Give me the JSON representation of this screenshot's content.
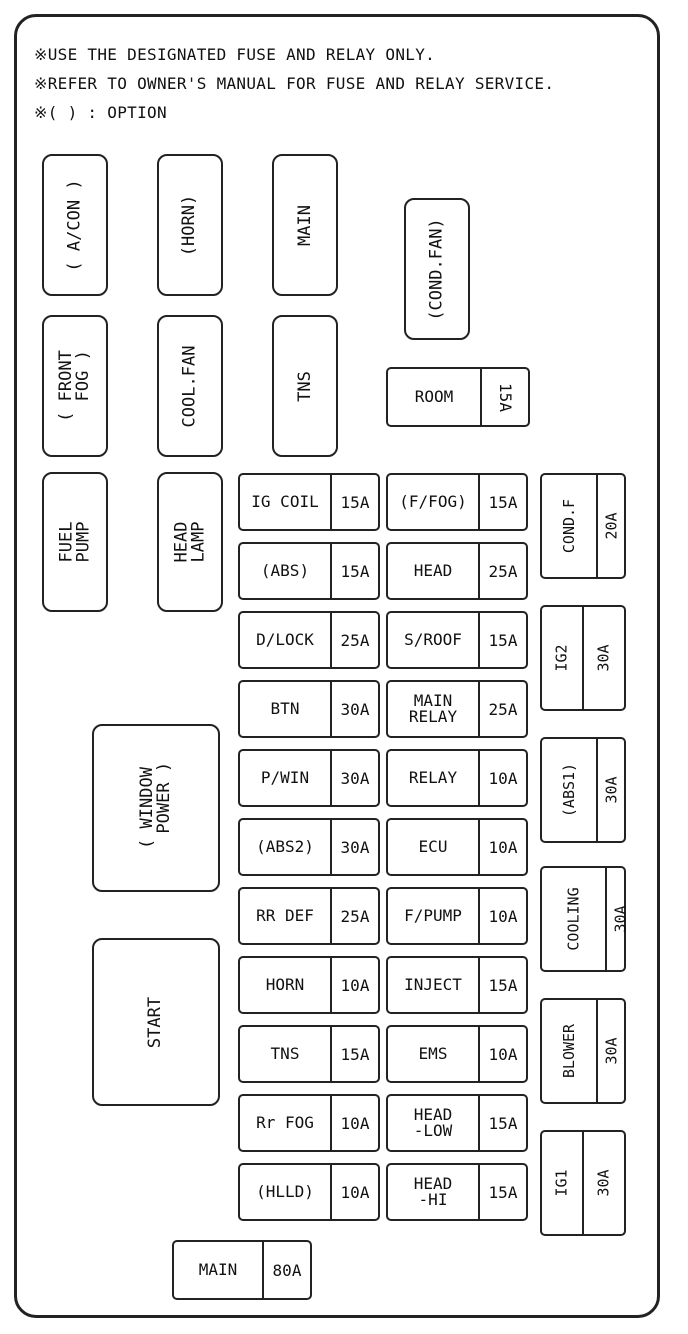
{
  "notes": [
    "※USE THE DESIGNATED FUSE AND RELAY ONLY.",
    "※REFER TO OWNER'S MANUAL FOR FUSE AND RELAY SERVICE.",
    "※( ) : OPTION"
  ],
  "relays": {
    "a_con": "( A/CON )",
    "horn": "(HORN)",
    "main": "MAIN",
    "cond_fan": "(COND.FAN)",
    "front_fog": "( FRONT\n  FOG )",
    "cool_fan": "COOL.FAN",
    "tns": "TNS",
    "fuel_pump": "FUEL\nPUMP",
    "head_lamp": "HEAD\nLAMP",
    "window_power": "( WINDOW\n  POWER )",
    "start": "START"
  },
  "room_fuse": {
    "name": "ROOM",
    "amp": "15A"
  },
  "fuses_left": [
    {
      "name": "IG COIL",
      "amp": "15A"
    },
    {
      "name": "(ABS)",
      "amp": "15A"
    },
    {
      "name": "D/LOCK",
      "amp": "25A"
    },
    {
      "name": "BTN",
      "amp": "30A"
    },
    {
      "name": "P/WIN",
      "amp": "30A"
    },
    {
      "name": "(ABS2)",
      "amp": "30A"
    },
    {
      "name": "RR DEF",
      "amp": "25A"
    },
    {
      "name": "HORN",
      "amp": "10A"
    },
    {
      "name": "TNS",
      "amp": "15A"
    },
    {
      "name": "Rr FOG",
      "amp": "10A"
    },
    {
      "name": "(HLLD)",
      "amp": "10A"
    }
  ],
  "fuses_right": [
    {
      "name": "(F/FOG)",
      "amp": "15A"
    },
    {
      "name": "HEAD",
      "amp": "25A"
    },
    {
      "name": "S/ROOF",
      "amp": "15A"
    },
    {
      "name": "MAIN\nRELAY",
      "amp": "25A"
    },
    {
      "name": "RELAY",
      "amp": "10A"
    },
    {
      "name": "ECU",
      "amp": "10A"
    },
    {
      "name": "F/PUMP",
      "amp": "10A"
    },
    {
      "name": "INJECT",
      "amp": "15A"
    },
    {
      "name": "EMS",
      "amp": "10A"
    },
    {
      "name": "HEAD\n-LOW",
      "amp": "15A"
    },
    {
      "name": "HEAD\n-HI",
      "amp": "15A"
    }
  ],
  "fusible_links": [
    {
      "name": "COND.F",
      "amp": "20A"
    },
    {
      "name": "IG2",
      "amp": "30A"
    },
    {
      "name": "(ABS1)",
      "amp": "30A"
    },
    {
      "name": "COOLING",
      "amp": "30A"
    },
    {
      "name": "BLOWER",
      "amp": "30A"
    },
    {
      "name": "IG1",
      "amp": "30A"
    }
  ],
  "main_fuse": {
    "name": "MAIN",
    "amp": "80A"
  }
}
